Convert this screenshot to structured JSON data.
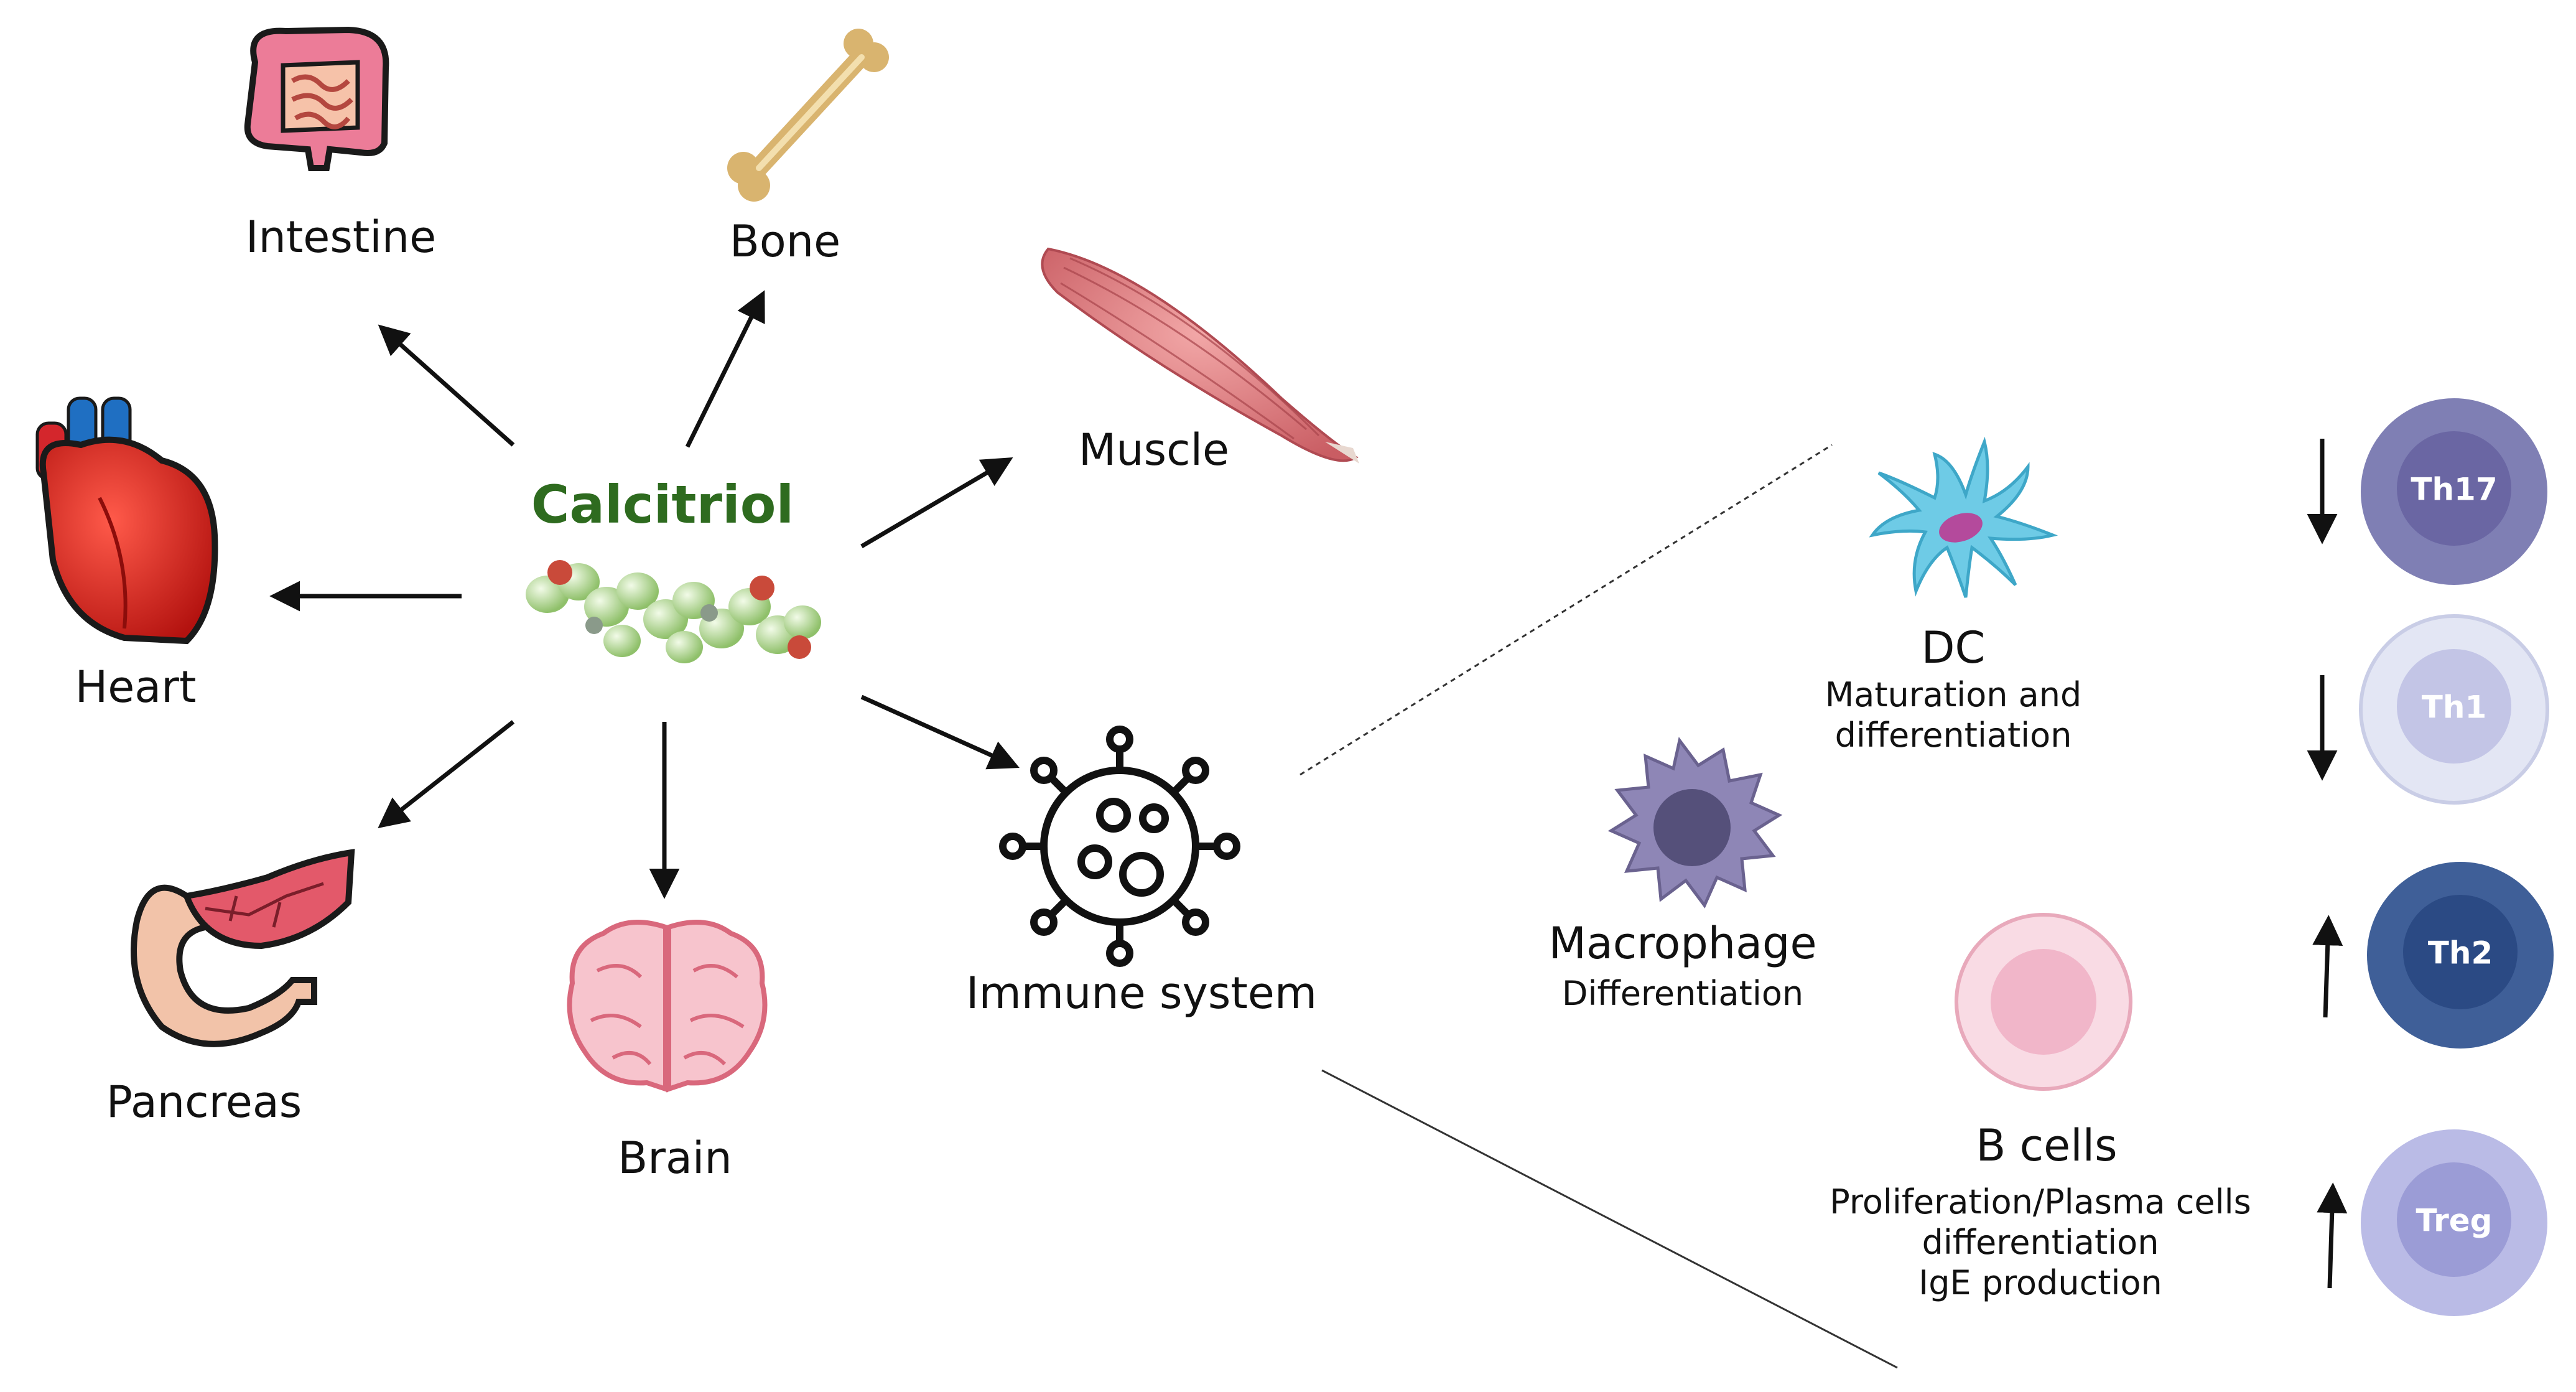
{
  "center": {
    "label": "Calcitriol",
    "label_color": "#2e6b1f"
  },
  "organs": {
    "intestine": "Intestine",
    "bone": "Bone",
    "muscle": "Muscle",
    "heart": "Heart",
    "pancreas": "Pancreas",
    "brain": "Brain",
    "immune": "Immune system"
  },
  "immune_detail": {
    "dc": {
      "title": "DC",
      "desc": [
        "Maturation and",
        "differentiation"
      ]
    },
    "macrophage": {
      "title": "Macrophage",
      "desc": "Differentiation"
    },
    "bcells": {
      "title": "B cells",
      "desc": [
        "Proliferation/Plasma cells",
        "differentiation",
        "IgE production"
      ]
    },
    "tcells": [
      {
        "label": "Th17",
        "direction": "down"
      },
      {
        "label": "Th1",
        "direction": "down"
      },
      {
        "label": "Th2",
        "direction": "up"
      },
      {
        "label": "Treg",
        "direction": "up"
      }
    ]
  },
  "colors": {
    "arrow": "#111111",
    "th17": "#7f7fb4",
    "th1": "#cdd0ea",
    "th2": "#3f5f98",
    "treg": "#a8a9dc",
    "dc": "#6ecbe6",
    "macrophage": "#8e86b6",
    "bcell": "#f4c4d2"
  }
}
